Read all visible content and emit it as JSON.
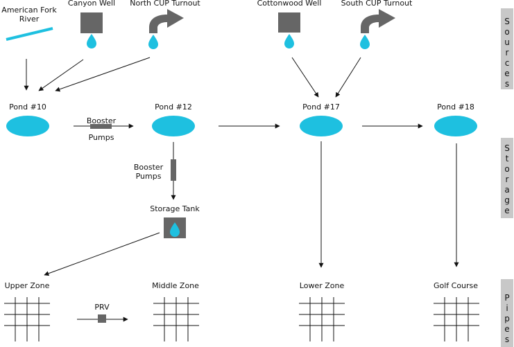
{
  "colors": {
    "water": "#1ec0e0",
    "gray": "#666666",
    "band": "#c8c8c8",
    "line": "#111111"
  },
  "sources": {
    "american_fork": "American Fork\nRiver",
    "canyon_well": "Canyon Well",
    "north_cup": "North CUP Turnout",
    "cottonwood_well": "Cottonwood Well",
    "south_cup": "South CUP Turnout"
  },
  "storage": {
    "pond10": "Pond #10",
    "pond12": "Pond #12",
    "pond17": "Pond #17",
    "pond18": "Pond #18",
    "booster1": "Booster\nPumps",
    "booster2": "Booster\nPumps",
    "storage_tank": "Storage Tank"
  },
  "pipes": {
    "upper_zone": "Upper Zone",
    "middle_zone": "Middle Zone",
    "lower_zone": "Lower Zone",
    "golf_course": "Golf Course",
    "prv": "PRV"
  },
  "bands": {
    "sources": "Sources",
    "storage": "Storage",
    "pipes": "Pipes"
  }
}
